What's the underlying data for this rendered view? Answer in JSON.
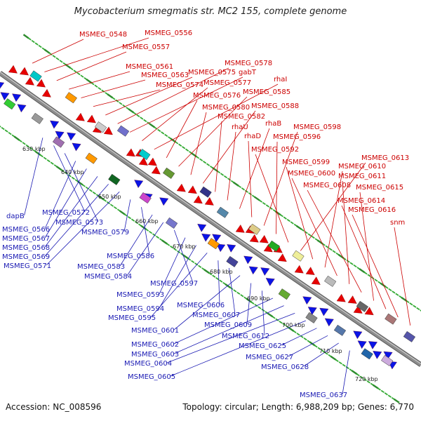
{
  "title": "Mycobacterium smegmatis str. MC2 155, complete genome",
  "footer": {
    "accession": "Accession: NC_008596",
    "summary": "Topology: circular; Length: 6,988,209 bp; Genes: 6,770"
  },
  "colors": {
    "backbone": "#8c8c8c",
    "forward_strand": "#e60000",
    "reverse_strand": "#0a14e6",
    "forward_label": "#cc0000",
    "reverse_label": "#1a1ab3",
    "tick": "#33aa33"
  },
  "scale_labels": [
    "630 kbp",
    "640 kbp",
    "650 kbp",
    "660 kbp",
    "670 kbp",
    "680 kbp",
    "690 kbp",
    "700 kbp",
    "710 kbp",
    "720 kbp"
  ],
  "forward_labels": [
    "MSMEG_0548",
    "MSMEG_0556",
    "MSMEG_0557",
    "MSMEG_0561",
    "MSMEG_0563",
    "MSMEG_0574",
    "MSMEG_0575",
    "MSMEG_0578",
    "gabT",
    "MSMEG_0577",
    "rhaI",
    "MSMEG_0576",
    "MSMEG_0585",
    "MSMEG_0580",
    "MSMEG_0588",
    "MSMEG_0582",
    "rhaU",
    "rhaB",
    "rhaD",
    "MSMEG_0598",
    "MSMEG_0596",
    "MSMEG_0592",
    "MSMEG_0613",
    "MSMEG_0599",
    "MSMEG_0610",
    "MSMEG_0600",
    "MSMEG_0611",
    "MSMEG_0608",
    "MSMEG_0615",
    "MSMEG_0614",
    "MSMEG_0616",
    "snm"
  ],
  "reverse_labels": [
    "dapB",
    "MSMEG_0572",
    "MSMEG_0573",
    "MSMEG_0566",
    "MSMEG_0567",
    "MSMEG_0568",
    "MSMEG_0569",
    "MSMEG_0571",
    "MSMEG_0579",
    "MSMEG_0586",
    "MSMEG_0583",
    "MSMEG_0584",
    "MSMEG_0597",
    "MSMEG_0593",
    "MSMEG_0594",
    "MSMEG_0595",
    "MSMEG_0606",
    "MSMEG_0607",
    "MSMEG_0601",
    "MSMEG_0609",
    "MSMEG_0612",
    "MSMEG_0602",
    "MSMEG_0603",
    "MSMEG_0604",
    "MSMEG_0605",
    "MSMEG_0625",
    "MSMEG_0627",
    "MSMEG_0628",
    "MSMEG_0637"
  ]
}
